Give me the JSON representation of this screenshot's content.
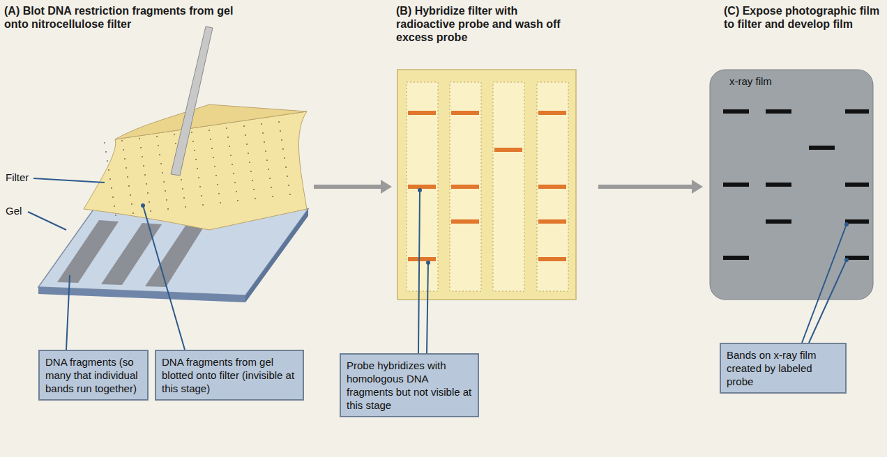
{
  "diagram": {
    "nodes": [
      {
        "text": [
          "(A) Blot DNA restriction fragments from gel onto nitrocellulose filter"
        ]
      },
      {
        "text": [
          "(B) Hybridize filter with radioactive probe and wash off excess probe"
        ]
      },
      {
        "text": [
          "(C) Expose photographic film to filter and develop film"
        ]
      },
      {
        "text": [
          "DNA fragments (so many that individual bands run together)"
        ]
      },
      {
        "text": [
          "DNA fragments from gel blotted onto filter (invisible at this stage)"
        ]
      },
      {
        "text": [
          "Probe hybridizes with homologous DNA fragments but not visible at this stage"
        ]
      },
      {
        "text": [
          "Bands on x-ray film created by labeled probe"
        ]
      }
    ],
    "edges": [
      {
        "from": 0,
        "to": 1,
        "arrow": "to"
      },
      {
        "from": 1,
        "to": 2,
        "arrow": "to"
      }
    ],
    "labels": [
      "Filter",
      "Gel",
      "x-ray film"
    ]
  }
}
